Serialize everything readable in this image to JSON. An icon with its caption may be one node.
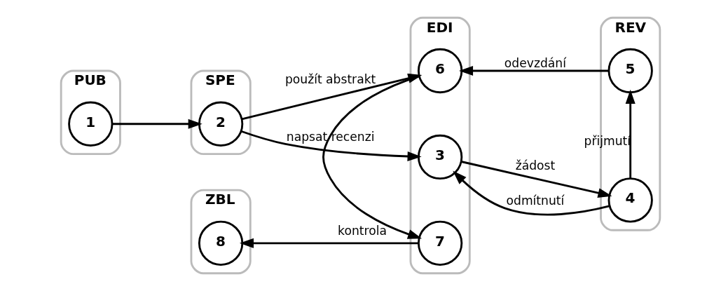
{
  "diagram": {
    "nodes": [
      {
        "text": [
          "PUB"
        ]
      },
      {
        "text": [
          "1"
        ],
        "in": 0
      },
      {
        "text": [
          "SPE"
        ]
      },
      {
        "text": [
          "2"
        ],
        "in": 2
      },
      {
        "text": [
          "EDI"
        ]
      },
      {
        "text": [
          "3"
        ],
        "in": 4
      },
      {
        "text": [
          "6"
        ],
        "in": 4
      },
      {
        "text": [
          "7"
        ],
        "in": 4
      },
      {
        "text": [
          "REV"
        ]
      },
      {
        "text": [
          "4"
        ],
        "in": 8
      },
      {
        "text": [
          "5"
        ],
        "in": 8
      },
      {
        "text": [
          "ZBL"
        ]
      },
      {
        "text": [
          "8"
        ],
        "in": 11
      }
    ],
    "edges": [
      {
        "from": 1,
        "to": 3,
        "arrow": "to"
      },
      {
        "from": 3,
        "to": 5,
        "arrow": "to",
        "label": "napsat recenzi"
      },
      {
        "from": 5,
        "to": 9,
        "arrow": "to",
        "label": "žádost"
      },
      {
        "from": 9,
        "to": 5,
        "arrow": "to",
        "label": "odmítnutí"
      },
      {
        "from": 9,
        "to": 10,
        "arrow": "to",
        "label": "přijmutí"
      },
      {
        "from": 3,
        "to": 6,
        "arrow": "to",
        "label": "použít abstrakt"
      },
      {
        "from": 10,
        "to": 6,
        "arrow": "to",
        "label": "odevzdání"
      },
      {
        "from": 6,
        "to": 7,
        "arrow": "to",
        "label": "kontrola"
      },
      {
        "from": 7,
        "to": 12,
        "arrow": "to"
      }
    ]
  }
}
